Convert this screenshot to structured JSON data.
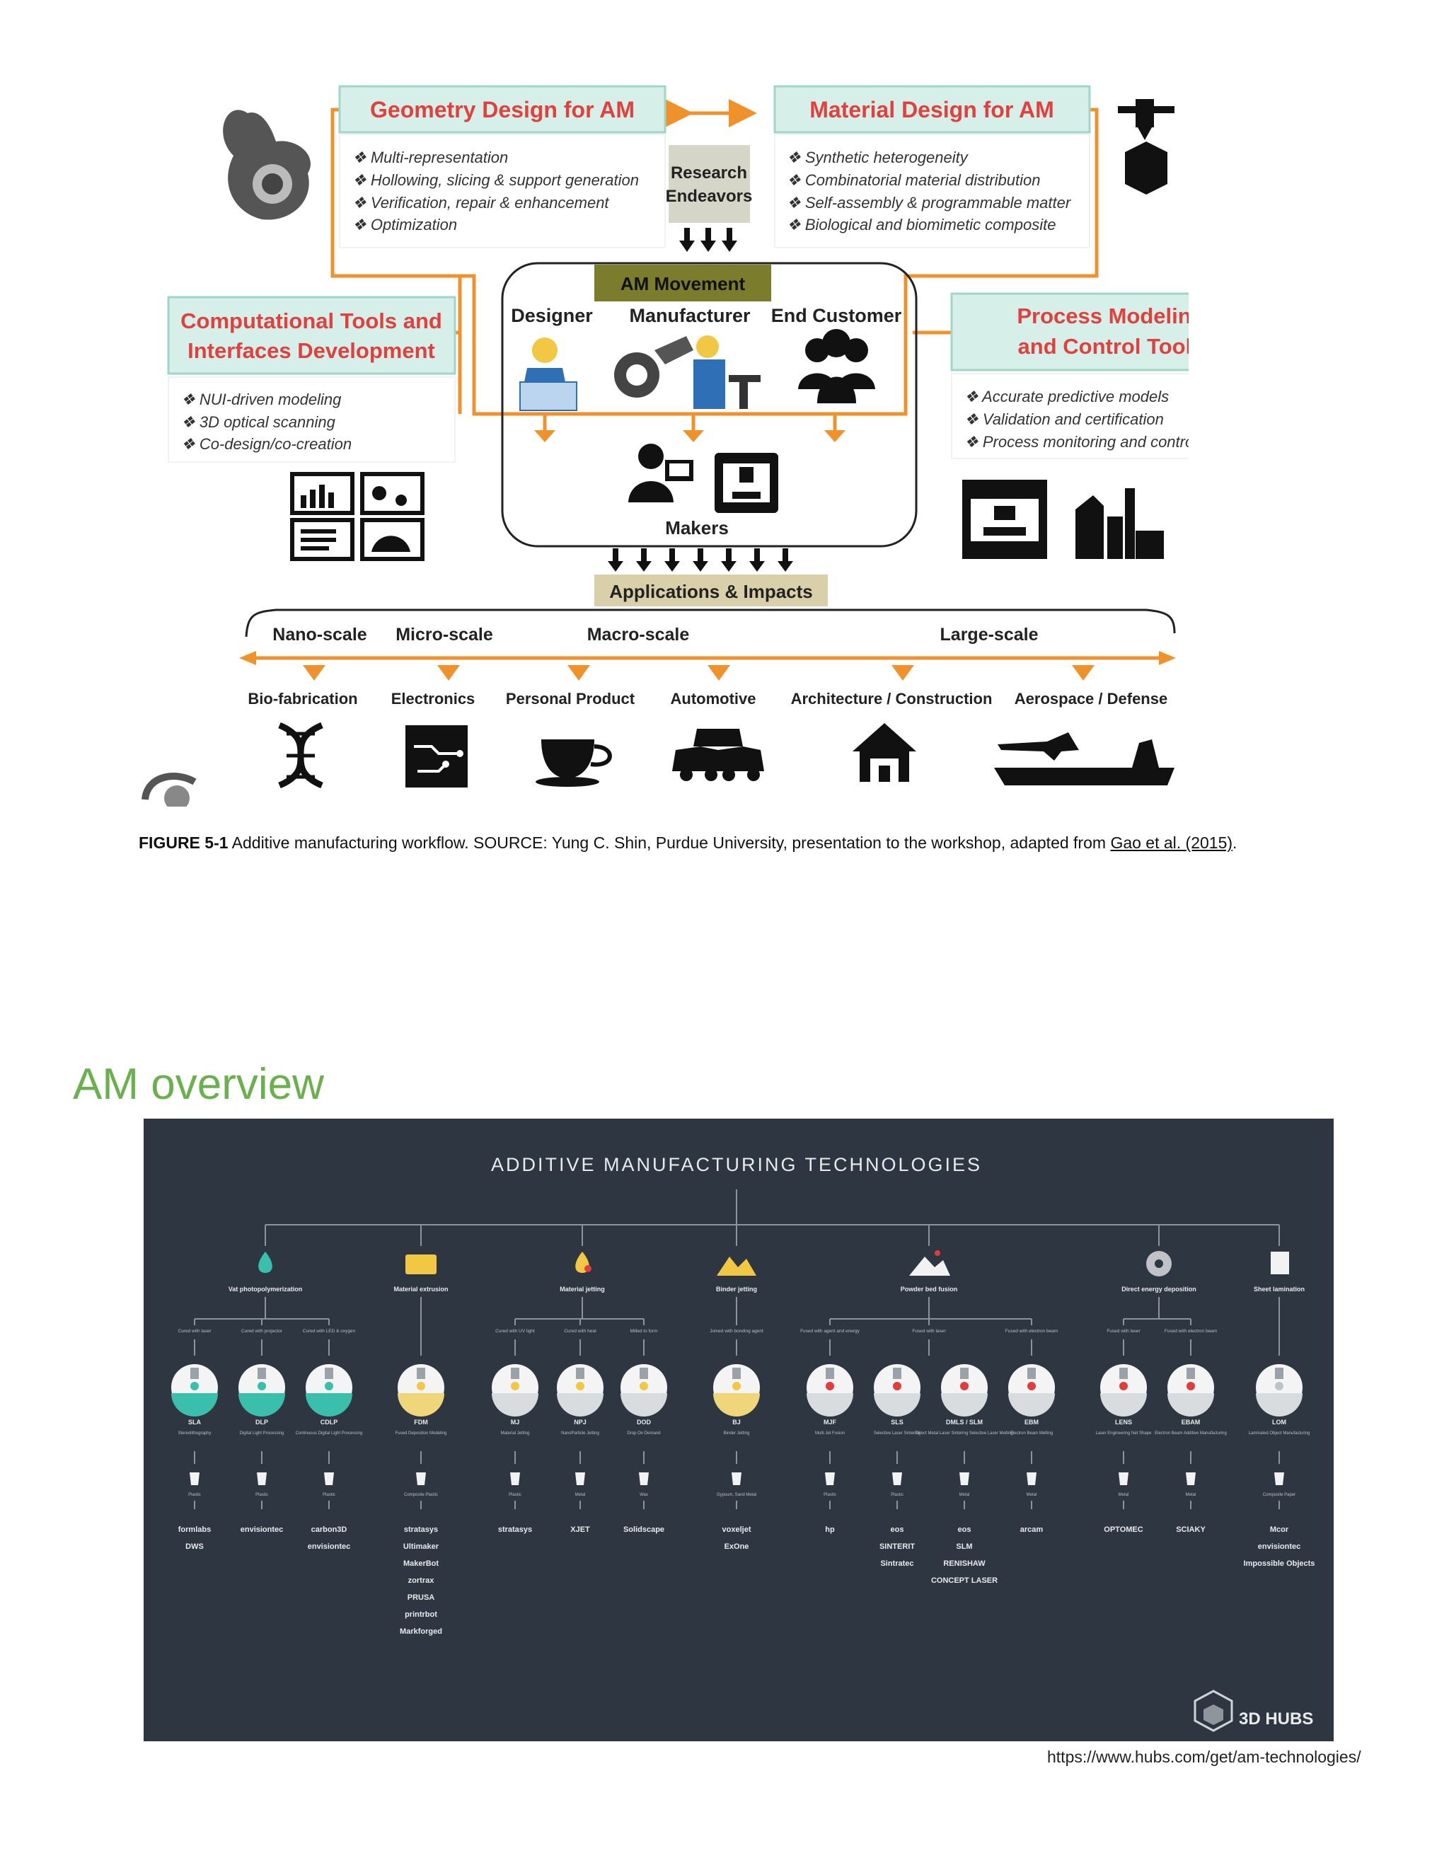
{
  "figure1": {
    "boxes": {
      "geometry": {
        "title": "Geometry Design for AM",
        "items": [
          "❖ Multi-representation",
          "❖ Hollowing, slicing & support generation",
          "❖ Verification, repair & enhancement",
          "❖ Optimization"
        ]
      },
      "material": {
        "title": "Material Design for AM",
        "items": [
          "❖ Synthetic heterogeneity",
          "❖ Combinatorial material distribution",
          "❖ Self-assembly & programmable matter",
          "❖ Biological and biomimetic composite"
        ]
      },
      "computational": {
        "title_lines": [
          "Computational Tools and",
          "Interfaces Development"
        ],
        "items": [
          "❖ NUI-driven modeling",
          "❖ 3D optical scanning",
          "❖ Co-design/co-creation"
        ]
      },
      "process": {
        "title_lines": [
          "Process Modeling",
          "and Control Tools"
        ],
        "items": [
          "❖ Accurate predictive models",
          "❖ Validation and certification",
          "❖ Process monitoring and control"
        ]
      }
    },
    "research": [
      "Research",
      "Endeavors"
    ],
    "am_movement": "AM Movement",
    "roles": [
      "Designer",
      "Manufacturer",
      "End Customer"
    ],
    "makers": "Makers",
    "applications": "Applications & Impacts",
    "scales": [
      "Nano-scale",
      "Micro-scale",
      "Macro-scale",
      "Large-scale"
    ],
    "sectors": [
      "Bio-fabrication",
      "Electronics",
      "Personal Product",
      "Automotive",
      "Architecture / Construction",
      "Aerospace / Defense"
    ],
    "colors": {
      "orange": "#f0922b",
      "teal_box": "#d6efe8",
      "red_text": "#e0413f",
      "olive": "#7b7d2c",
      "tan": "#d9cfa8"
    }
  },
  "caption": {
    "label": "FIGURE 5-1",
    "text": " Additive manufacturing workflow. SOURCE: Yung C. Shin, Purdue University, presentation to the workshop, adapted from ",
    "link": "Gao et al. (2015)",
    "end": "."
  },
  "section_title": "AM overview",
  "figure2": {
    "title": "ADDITIVE MANUFACTURING TECHNOLOGIES",
    "categories": [
      {
        "label": "Vat photopolymerization",
        "subs": [
          "Cured with laser",
          "Cured with projector",
          "Cured with LED & oxygen"
        ]
      },
      {
        "label": "Material extrusion",
        "subs": []
      },
      {
        "label": "Material jetting",
        "subs": [
          "Cured with UV light",
          "Cured with heat",
          "Milled to form"
        ]
      },
      {
        "label": "Binder jetting",
        "subs": [
          "Joined with bonding agent"
        ]
      },
      {
        "label": "Powder bed fusion",
        "subs": [
          "Fused with agent and energy",
          "Fused with laser",
          "Fused with electron beam"
        ]
      },
      {
        "label": "Direct energy deposition",
        "subs": [
          "Fused with laser",
          "Fused with electron beam"
        ]
      },
      {
        "label": "Sheet lamination",
        "subs": []
      }
    ],
    "techs": [
      {
        "code": "SLA",
        "name": "Stereolithography",
        "mat": "Plastic",
        "brands": [
          "formlabs",
          "DWS"
        ]
      },
      {
        "code": "DLP",
        "name": "Digital Light Processing",
        "mat": "Plastic",
        "brands": [
          "envisiontec"
        ]
      },
      {
        "code": "CDLP",
        "name": "Continuous Digital Light Processing",
        "mat": "Plastic",
        "brands": [
          "carbon3D",
          "envisiontec"
        ]
      },
      {
        "code": "FDM",
        "name": "Fused Deposition Modeling",
        "mat": "Composite  Plastic",
        "brands": [
          "stratasys",
          "Ultimaker",
          "MakerBot",
          "zortrax",
          "PRUSA",
          "printrbot",
          "Markforged"
        ]
      },
      {
        "code": "MJ",
        "name": "Material Jetting",
        "mat": "Plastic",
        "brands": [
          "stratasys"
        ]
      },
      {
        "code": "NPJ",
        "name": "NanoParticle Jetting",
        "mat": "Metal",
        "brands": [
          "XJET"
        ]
      },
      {
        "code": "DOD",
        "name": "Drop On Demand",
        "mat": "Wax",
        "brands": [
          "Solidscape"
        ]
      },
      {
        "code": "BJ",
        "name": "Binder Jetting",
        "mat": "Gypsum, Sand  Metal",
        "brands": [
          "voxeljet",
          "ExOne"
        ]
      },
      {
        "code": "MJF",
        "name": "Multi Jet Fusion",
        "mat": "Plastic",
        "brands": [
          "hp"
        ]
      },
      {
        "code": "SLS",
        "name": "Selective Laser Sintering",
        "mat": "Plastic",
        "brands": [
          "eos",
          "SINTERIT",
          "Sintratec"
        ]
      },
      {
        "code": "DMLS / SLM",
        "name": "Direct Metal Laser Sintering Selective Laser Melting",
        "mat": "Metal",
        "brands": [
          "eos",
          "SLM",
          "RENISHAW",
          "CONCEPT LASER"
        ]
      },
      {
        "code": "EBM",
        "name": "Electron Beam Melting",
        "mat": "Metal",
        "brands": [
          "arcam"
        ]
      },
      {
        "code": "LENS",
        "name": "Laser Engineering Net Shape",
        "mat": "Metal",
        "brands": [
          "OPTOMEC"
        ]
      },
      {
        "code": "EBAM",
        "name": "Electron Beam Additive Manufacturing",
        "mat": "Metal",
        "brands": [
          "SCIAKY"
        ]
      },
      {
        "code": "LOM",
        "name": "Laminated Object Manufacturing",
        "mat": "Composite  Paper",
        "brands": [
          "Mcor",
          "envisiontec",
          "Impossible Objects"
        ]
      }
    ],
    "brand_label": "3D HUBS",
    "colors": {
      "bg": "#2e3741",
      "text": "#e8eaec",
      "teal": "#3bbfad",
      "yellow": "#f2c744",
      "red": "#e23c3c"
    }
  },
  "source_url": "https://www.hubs.com/get/am-technologies/"
}
